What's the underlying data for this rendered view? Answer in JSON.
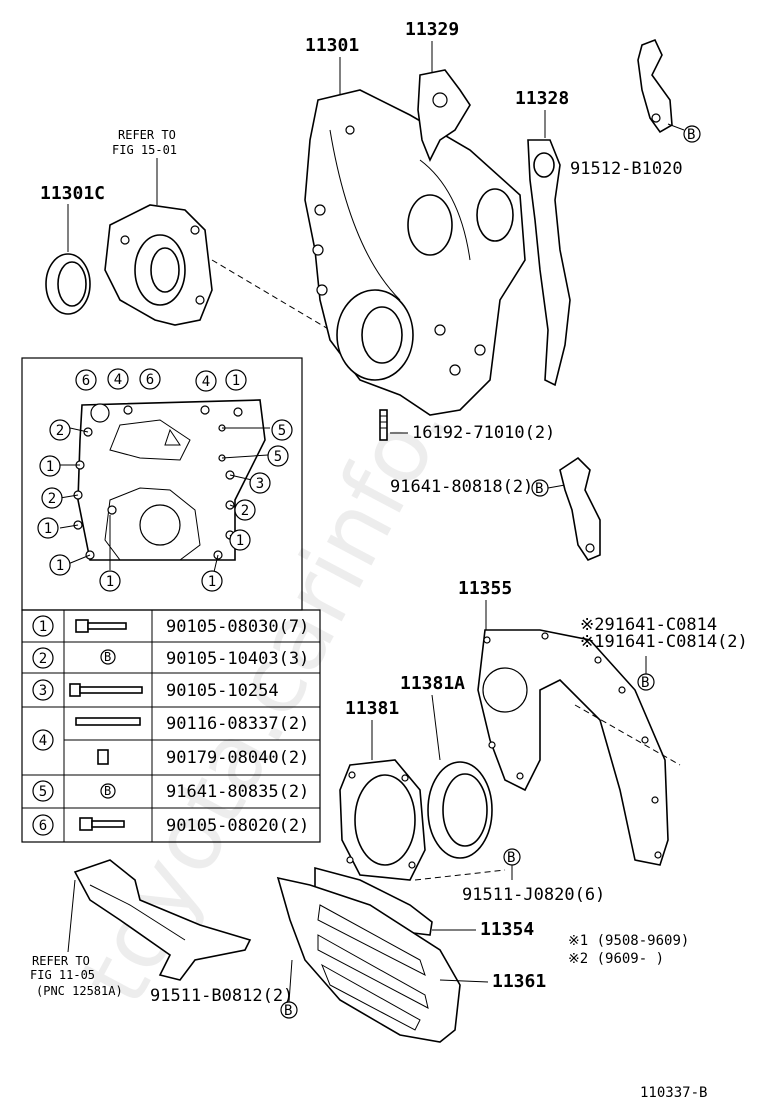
{
  "watermark": "toyota.carinfo.ru",
  "figure_id": "110337-B",
  "callouts": {
    "c11301": "11301",
    "c11329": "11329",
    "c11328": "11328",
    "c11301C": "11301C",
    "c91512": "91512-B1020",
    "c16192": "16192-71010(2)",
    "c91641_818": "91641-80818(2)",
    "c11355": "11355",
    "c91641_c0814_a": "※291641-C0814",
    "c91641_c0814_b": "※191641-C0814(2)",
    "c11381A": "11381A",
    "c11381": "11381",
    "c91511_j": "91511-J0820(6)",
    "c11354": "11354",
    "c11361": "11361",
    "c91511_b": "91511-B0812(2)"
  },
  "refer_notes": {
    "top_line1": "REFER TO",
    "top_line2": "FIG 15-01",
    "bottom_line1": "REFER TO",
    "bottom_line2": "FIG 11-05",
    "bottom_line3": "(PNC 12581A)"
  },
  "footnotes": {
    "n1": "※1 (9508-9609)",
    "n2": "※2 (9609-      )"
  },
  "bolt_marker": "B",
  "gasket_keys": [
    "6",
    "4",
    "6",
    "4",
    "1",
    "2",
    "5",
    "5",
    "1",
    "3",
    "2",
    "2",
    "1",
    "1",
    "1",
    "1",
    "1"
  ],
  "bolt_table": {
    "rows": [
      {
        "num": "1",
        "part": "90105-08030(7)"
      },
      {
        "num": "2",
        "part": "90105-10403(3)"
      },
      {
        "num": "3",
        "part": "90105-10254"
      },
      {
        "num": "4",
        "part": "90116-08337(2)"
      },
      {
        "num": "",
        "part": "90179-08040(2)"
      },
      {
        "num": "5",
        "part": "91641-80835(2)"
      },
      {
        "num": "6",
        "part": "90105-08020(2)"
      }
    ]
  }
}
